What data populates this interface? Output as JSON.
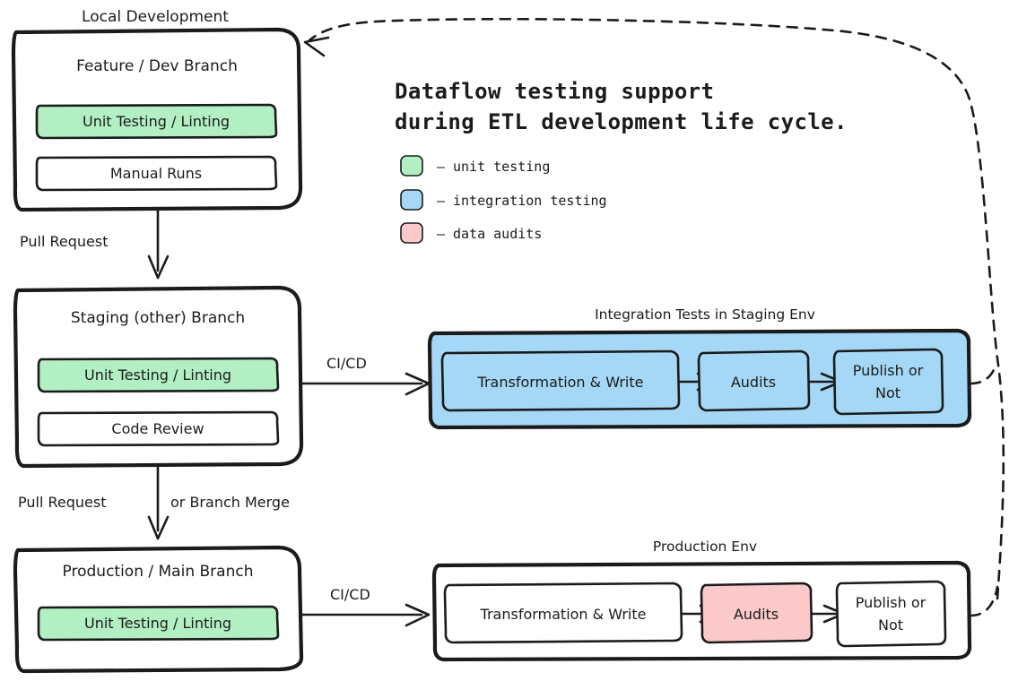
{
  "header": {
    "title_line1": "Dataflow testing support",
    "title_line2": "during ETL development life cycle."
  },
  "legend": {
    "items": [
      {
        "swatch": "green",
        "color": "#b2efc3",
        "dash": "–",
        "label": "unit testing"
      },
      {
        "swatch": "blue",
        "color": "#a5d8f6",
        "dash": "–",
        "label": "integration testing"
      },
      {
        "swatch": "pink",
        "color": "#fbc9c9",
        "dash": "–",
        "label": "data audits"
      }
    ]
  },
  "stages": [
    {
      "outer_label": "Local Development",
      "box_title": "Feature / Dev Branch",
      "items": [
        {
          "label": "Unit Testing / Linting",
          "fill": "green"
        },
        {
          "label": "Manual Runs",
          "fill": "white"
        }
      ]
    },
    {
      "outer_label": "",
      "box_title": "Staging (other) Branch",
      "items": [
        {
          "label": "Unit Testing / Linting",
          "fill": "green"
        },
        {
          "label": "Code Review",
          "fill": "white"
        }
      ]
    },
    {
      "outer_label": "",
      "box_title": "Production / Main Branch",
      "items": [
        {
          "label": "Unit Testing / Linting",
          "fill": "green"
        }
      ]
    }
  ],
  "environments": [
    {
      "env_label": "Integration Tests in Staging Env",
      "container_fill": "blue",
      "steps": [
        {
          "label": "Transformation & Write",
          "fill": "blue"
        },
        {
          "label": "Audits",
          "fill": "blue"
        },
        {
          "label_line1": "Publish or",
          "label_line2": "Not",
          "fill": "blue"
        }
      ]
    },
    {
      "env_label": "Production Env",
      "container_fill": "white",
      "steps": [
        {
          "label": "Transformation & Write",
          "fill": "white"
        },
        {
          "label": "Audits",
          "fill": "pink"
        },
        {
          "label_line1": "Publish or",
          "label_line2": "Not",
          "fill": "white"
        }
      ]
    }
  ],
  "edges": {
    "dev_to_staging": "Pull Request",
    "staging_to_prod_left": "Pull Request",
    "staging_to_prod_right": "or Branch Merge",
    "ci_cd_staging": "CI/CD",
    "ci_cd_prod": "CI/CD"
  },
  "colors": {
    "ink": "#1b1b1b",
    "green": "#b2efc3",
    "blue": "#a5d8f6",
    "pink": "#fbc9c9",
    "paper": "#ffffff"
  }
}
